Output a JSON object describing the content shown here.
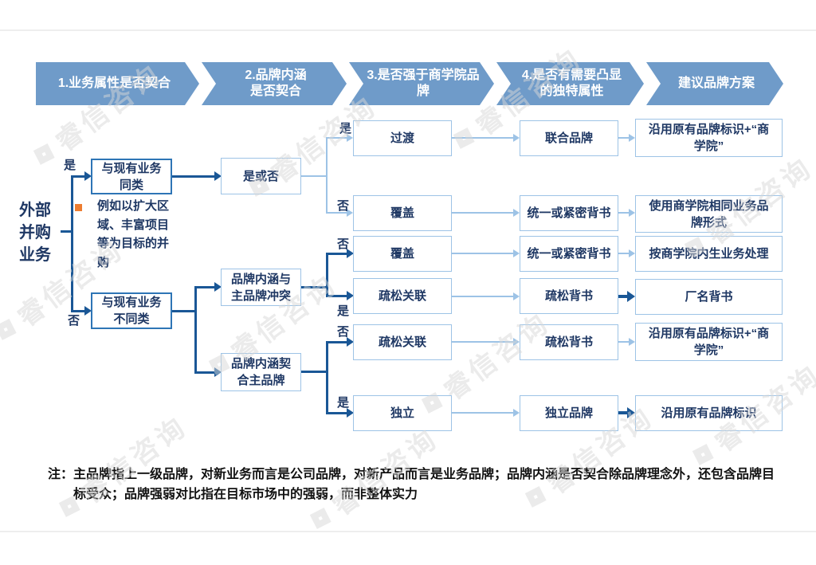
{
  "header": {
    "steps": [
      "1.业务属性是否契合",
      "2.品牌内涵\n是否契合",
      "3.是否强于商学院品\n牌",
      "4.是否有需要凸显\n的独特属性",
      "建议品牌方案"
    ]
  },
  "flow": {
    "root_label": "外部\n并购\n业务",
    "annotation": "例如以扩大区\n域、丰富项目\n等为目标的并\n购",
    "labels": {
      "yes": "是",
      "no": "否"
    },
    "col1": [
      "与现有业务\n同类",
      "与现有业务\n不同类"
    ],
    "col2": [
      "是或否",
      "品牌内涵与\n主品牌冲突",
      "品牌内涵契\n合主品牌"
    ],
    "col3": [
      "过渡",
      "覆盖",
      "覆盖",
      "疏松关联",
      "疏松关联",
      "独立"
    ],
    "col4": [
      "联合品牌",
      "统一或紧密背书",
      "统一或紧密背书",
      "疏松背书",
      "疏松背书",
      "独立品牌"
    ],
    "col5": [
      "沿用原有品牌标识+“商\n学院”",
      "使用商学院相同业务品\n牌形式",
      "按商学院内生业务处理",
      "厂名背书",
      "沿用原有品牌标识+“商\n学院”",
      "沿用原有品牌标识"
    ]
  },
  "note": {
    "prefix": "注：",
    "text": "主品牌指上一级品牌，对新业务而言是公司品牌，对新产品而言是业务品牌；品牌内涵是否契合除品牌理念外，还包含品牌目标受众；品牌强弱对比指在目标市场中的强弱，而非整体实力"
  },
  "watermark": {
    "text": "睿信咨询"
  },
  "colors": {
    "chevron_blue": "#6F9BC9",
    "dark_line": "#1A5796",
    "light_line": "#9DC3E6",
    "dark_border": "#2E75B6",
    "navy_text": "#1F3864",
    "accent_orange": "#ED7D31"
  }
}
